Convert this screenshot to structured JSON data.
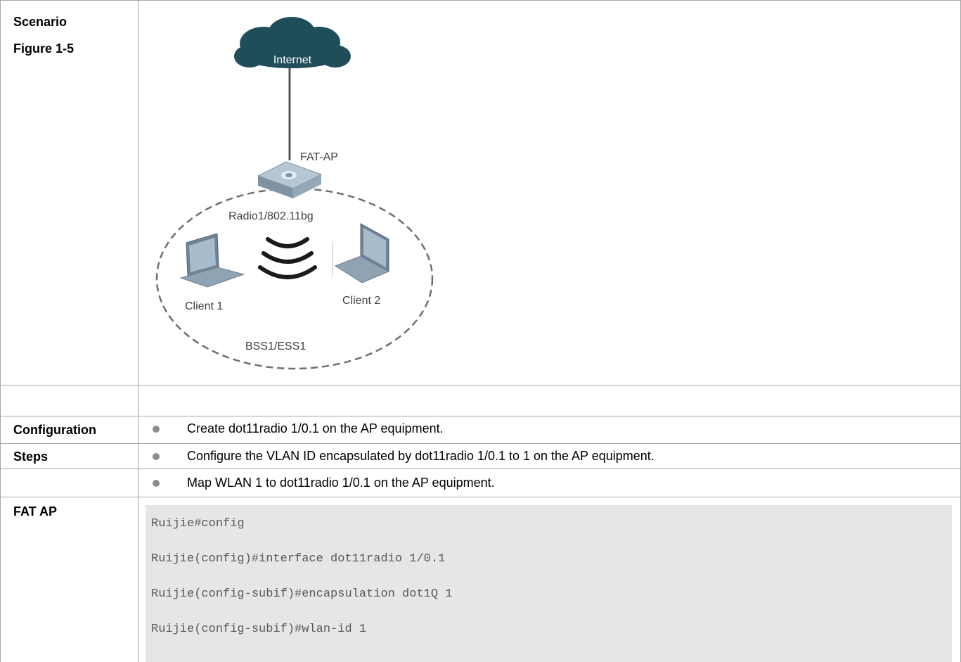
{
  "scenario": {
    "heading": "Scenario",
    "figure_label": "Figure 1-5",
    "diagram": {
      "internet_label": "Internet",
      "ap_label": "FAT-AP",
      "radio_label": "Radio1/802.11bg",
      "client1_label": "Client 1",
      "client2_label": "Client 2",
      "bss_label": "BSS1/ESS1"
    }
  },
  "configuration": {
    "heading_line1": "Configuration",
    "heading_line2": "Steps",
    "steps": [
      "Create dot11radio 1/0.1 on the AP equipment.",
      "Configure the VLAN ID encapsulated by dot11radio 1/0.1 to 1 on the AP equipment.",
      "Map WLAN 1 to dot11radio 1/0.1 on the AP equipment."
    ]
  },
  "fat_ap": {
    "heading": "FAT AP",
    "code_lines": [
      "Ruijie#config",
      "Ruijie(config)#interface dot11radio 1/0.1",
      "Ruijie(config-subif)#encapsulation dot1Q 1",
      "Ruijie(config-subif)#wlan-id 1"
    ]
  },
  "colors": {
    "border": "#a6a6a6",
    "cloud": "#1f4e5a",
    "device": "#8fa3b3",
    "code_bg": "#e6e6e6",
    "code_text": "#595959",
    "bullet": "#8c8c8c"
  }
}
